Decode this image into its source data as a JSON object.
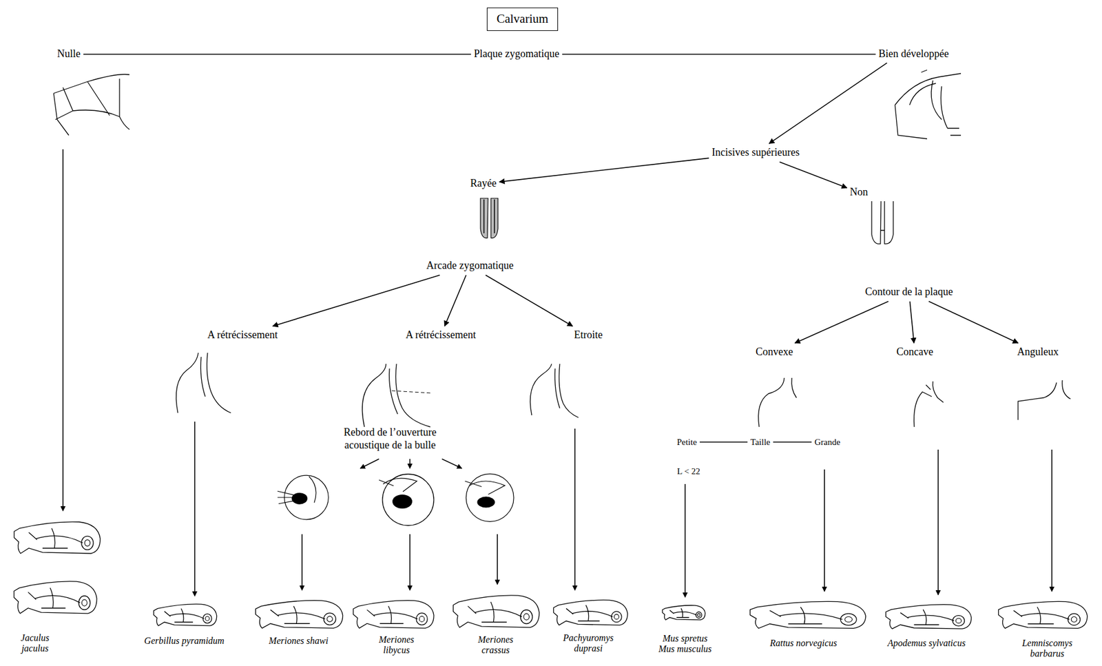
{
  "diagram": {
    "nodes": [
      {
        "text": [
          "Calvarium"
        ]
      },
      {
        "text": [
          "Plaque zygomatique"
        ]
      },
      {
        "text": [
          "Nulle"
        ]
      },
      {
        "text": [
          "Bien développée"
        ]
      },
      {
        "text": [
          "Incisives supérieures"
        ]
      },
      {
        "text": [
          "Rayée"
        ]
      },
      {
        "text": [
          "Non"
        ]
      },
      {
        "text": [
          "Arcade zygomatique"
        ]
      },
      {
        "text": [
          "A rétrécissement"
        ]
      },
      {
        "text": [
          "A rétrécissement"
        ]
      },
      {
        "text": [
          "Etroite"
        ]
      },
      {
        "text": [
          "Rebord de l’ouverture acoustique de la bulle"
        ]
      },
      {
        "text": [
          "Contour de la plaque"
        ]
      },
      {
        "text": [
          "Convexe"
        ]
      },
      {
        "text": [
          "Concave"
        ]
      },
      {
        "text": [
          "Anguleux"
        ]
      },
      {
        "text": [
          "Taille"
        ]
      },
      {
        "text": [
          "Petite"
        ]
      },
      {
        "text": [
          "Grande"
        ]
      },
      {
        "text": [
          "Jaculus jaculus"
        ]
      },
      {
        "text": [
          "Gerbillus pyramidum"
        ]
      },
      {
        "text": [
          "Meriones shawi"
        ]
      },
      {
        "text": [
          "Meriones libycus"
        ]
      },
      {
        "text": [
          "Meriones crassus"
        ]
      },
      {
        "text": [
          "Pachyuromys duprasi"
        ]
      },
      {
        "text": [
          "Mus spretus",
          "Mus musculus"
        ]
      },
      {
        "text": [
          "Rattus norvegicus"
        ]
      },
      {
        "text": [
          "Apodemus sylvaticus"
        ]
      },
      {
        "text": [
          "Lemniscomys barbarus"
        ]
      }
    ],
    "edges": [
      {
        "from": 1,
        "to": 2,
        "arrow": "none"
      },
      {
        "from": 1,
        "to": 3,
        "arrow": "none"
      },
      {
        "from": 3,
        "to": 4,
        "arrow": "to"
      },
      {
        "from": 4,
        "to": 5,
        "arrow": "to"
      },
      {
        "from": 4,
        "to": 6,
        "arrow": "to"
      },
      {
        "from": 7,
        "to": 8,
        "arrow": "to"
      },
      {
        "from": 7,
        "to": 9,
        "arrow": "to"
      },
      {
        "from": 7,
        "to": 10,
        "arrow": "to"
      },
      {
        "from": 12,
        "to": 13,
        "arrow": "to"
      },
      {
        "from": 12,
        "to": 14,
        "arrow": "to"
      },
      {
        "from": 12,
        "to": 15,
        "arrow": "to"
      },
      {
        "from": 16,
        "to": 17,
        "arrow": "none"
      },
      {
        "from": 16,
        "to": 18,
        "arrow": "none"
      }
    ],
    "labels": [
      "L < 22"
    ]
  }
}
